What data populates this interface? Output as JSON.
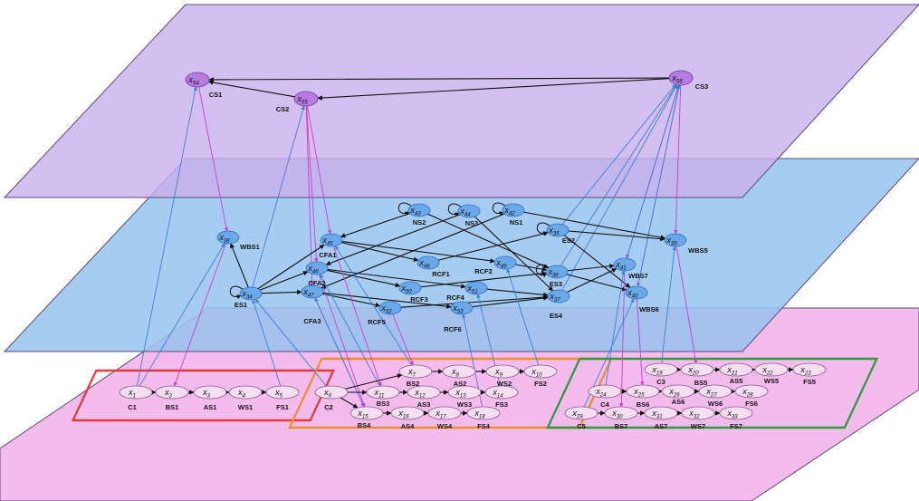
{
  "colors": {
    "top_plane": "#c9b0ec",
    "middle_plane": "#97c3ee",
    "bottom_plane": "#f2b0ea",
    "plane_edge": "#5a4a7a",
    "top_node": "#b57be0",
    "middle_node": "#6aa8ea",
    "bottom_node": "#f6def3",
    "edge_black": "#111111",
    "edge_blue": "#3a7fd8",
    "edge_magenta": "#d03ad0",
    "box_red": "#e03a3a",
    "box_orange": "#e8902e",
    "box_green": "#2e9a3a"
  },
  "nodes": [
    {
      "id": "x54",
      "plane": "top",
      "sub": "54",
      "caption": "CS1"
    },
    {
      "id": "x55",
      "plane": "top",
      "sub": "55",
      "caption": "CS2"
    },
    {
      "id": "x56",
      "plane": "top",
      "sub": "56",
      "caption": "CS3"
    },
    {
      "id": "x38",
      "plane": "middle",
      "sub": "38",
      "caption": "WBS1"
    },
    {
      "id": "x34",
      "plane": "middle",
      "sub": "34",
      "caption": "ES1"
    },
    {
      "id": "x45",
      "plane": "middle",
      "sub": "45",
      "caption": "CFA1"
    },
    {
      "id": "x46",
      "plane": "middle",
      "sub": "46",
      "caption": "CFA2"
    },
    {
      "id": "x47",
      "plane": "middle",
      "sub": "47",
      "caption": "CFA3"
    },
    {
      "id": "x43",
      "plane": "middle",
      "sub": "43",
      "caption": "NS2"
    },
    {
      "id": "x44",
      "plane": "middle",
      "sub": "44",
      "caption": "NS3"
    },
    {
      "id": "x42",
      "plane": "middle",
      "sub": "42",
      "caption": "NS1"
    },
    {
      "id": "x35",
      "plane": "middle",
      "sub": "35",
      "caption": "ES2"
    },
    {
      "id": "x39",
      "plane": "middle",
      "sub": "39",
      "caption": "WBS5"
    },
    {
      "id": "x48",
      "plane": "middle",
      "sub": "48",
      "caption": "RCF1"
    },
    {
      "id": "x49",
      "plane": "middle",
      "sub": "49",
      "caption": "RCF2"
    },
    {
      "id": "x50",
      "plane": "middle",
      "sub": "50",
      "caption": "RCF3"
    },
    {
      "id": "x51",
      "plane": "middle",
      "sub": "51",
      "caption": "RCF4"
    },
    {
      "id": "x52",
      "plane": "middle",
      "sub": "52",
      "caption": "RCF5"
    },
    {
      "id": "x53",
      "plane": "middle",
      "sub": "53",
      "caption": "RCF6"
    },
    {
      "id": "x36",
      "plane": "middle",
      "sub": "36",
      "caption": "ES3"
    },
    {
      "id": "x37",
      "plane": "middle",
      "sub": "37",
      "caption": "ES4"
    },
    {
      "id": "x41",
      "plane": "middle",
      "sub": "41",
      "caption": "WBS7"
    },
    {
      "id": "x40",
      "plane": "middle",
      "sub": "40",
      "caption": "WBS6"
    },
    {
      "id": "x1",
      "plane": "bottom",
      "sub": "1",
      "caption": "C1"
    },
    {
      "id": "x2",
      "plane": "bottom",
      "sub": "2",
      "caption": "BS1"
    },
    {
      "id": "x3",
      "plane": "bottom",
      "sub": "3",
      "caption": "AS1"
    },
    {
      "id": "x4",
      "plane": "bottom",
      "sub": "4",
      "caption": "WS1"
    },
    {
      "id": "x5",
      "plane": "bottom",
      "sub": "5",
      "caption": "FS1"
    },
    {
      "id": "x6",
      "plane": "bottom",
      "sub": "6",
      "caption": "C2"
    },
    {
      "id": "x7",
      "plane": "bottom",
      "sub": "7",
      "caption": "BS2"
    },
    {
      "id": "x8",
      "plane": "bottom",
      "sub": "8",
      "caption": "AS2"
    },
    {
      "id": "x9",
      "plane": "bottom",
      "sub": "9",
      "caption": "WS2"
    },
    {
      "id": "x10",
      "plane": "bottom",
      "sub": "10",
      "caption": "FS2"
    },
    {
      "id": "x11",
      "plane": "bottom",
      "sub": "11",
      "caption": "BS3"
    },
    {
      "id": "x12",
      "plane": "bottom",
      "sub": "12",
      "caption": "AS3"
    },
    {
      "id": "x13",
      "plane": "bottom",
      "sub": "13",
      "caption": "WS3"
    },
    {
      "id": "x14",
      "plane": "bottom",
      "sub": "14",
      "caption": "FS3"
    },
    {
      "id": "x15",
      "plane": "bottom",
      "sub": "15",
      "caption": "BS4"
    },
    {
      "id": "x16",
      "plane": "bottom",
      "sub": "16",
      "caption": "AS4"
    },
    {
      "id": "x17",
      "plane": "bottom",
      "sub": "17",
      "caption": "WS4"
    },
    {
      "id": "x18",
      "plane": "bottom",
      "sub": "18",
      "caption": "FS4"
    },
    {
      "id": "x19",
      "plane": "bottom",
      "sub": "19",
      "caption": "C3"
    },
    {
      "id": "x20",
      "plane": "bottom",
      "sub": "20",
      "caption": "BS5"
    },
    {
      "id": "x21",
      "plane": "bottom",
      "sub": "21",
      "caption": "AS5"
    },
    {
      "id": "x22",
      "plane": "bottom",
      "sub": "22",
      "caption": "WS5"
    },
    {
      "id": "x23",
      "plane": "bottom",
      "sub": "23",
      "caption": "FS5"
    },
    {
      "id": "x24",
      "plane": "bottom",
      "sub": "24",
      "caption": "C4"
    },
    {
      "id": "x25",
      "plane": "bottom",
      "sub": "25",
      "caption": "BS6"
    },
    {
      "id": "x26",
      "plane": "bottom",
      "sub": "26",
      "caption": "AS6"
    },
    {
      "id": "x27",
      "plane": "bottom",
      "sub": "27",
      "caption": "WS6"
    },
    {
      "id": "x28",
      "plane": "bottom",
      "sub": "28",
      "caption": "FS6"
    },
    {
      "id": "x29",
      "plane": "bottom",
      "sub": "29",
      "caption": "C5"
    },
    {
      "id": "x30",
      "plane": "bottom",
      "sub": "30",
      "caption": "BS7"
    },
    {
      "id": "x31",
      "plane": "bottom",
      "sub": "31",
      "caption": "AS7"
    },
    {
      "id": "x32",
      "plane": "bottom",
      "sub": "32",
      "caption": "WS7"
    },
    {
      "id": "x33",
      "plane": "bottom",
      "sub": "33",
      "caption": "FS7"
    }
  ],
  "edges": [
    [
      "x56",
      "x54",
      "black"
    ],
    [
      "x56",
      "x55",
      "black"
    ],
    [
      "x55",
      "x54",
      "black"
    ],
    [
      "x54",
      "x38",
      "magenta"
    ],
    [
      "x55",
      "x45",
      "magenta"
    ],
    [
      "x55",
      "x46",
      "magenta"
    ],
    [
      "x55",
      "x47",
      "magenta"
    ],
    [
      "x56",
      "x39",
      "magenta"
    ],
    [
      "x56",
      "x40",
      "magenta"
    ],
    [
      "x56",
      "x41",
      "magenta"
    ],
    [
      "x1",
      "x54",
      "blue"
    ],
    [
      "x34",
      "x55",
      "blue"
    ],
    [
      "x37",
      "x56",
      "blue"
    ],
    [
      "x36",
      "x56",
      "blue"
    ],
    [
      "x35",
      "x56",
      "blue"
    ],
    [
      "x41",
      "x56",
      "blue"
    ],
    [
      "x40",
      "x56",
      "blue"
    ],
    [
      "x34",
      "x38",
      "black"
    ],
    [
      "x34",
      "x45",
      "black"
    ],
    [
      "x34",
      "x46",
      "black"
    ],
    [
      "x34",
      "x47",
      "black"
    ],
    [
      "x45",
      "x48",
      "black"
    ],
    [
      "x45",
      "x49",
      "black"
    ],
    [
      "x46",
      "x50",
      "black"
    ],
    [
      "x46",
      "x51",
      "black"
    ],
    [
      "x47",
      "x52",
      "black"
    ],
    [
      "x47",
      "x53",
      "black"
    ],
    [
      "x48",
      "x35",
      "black"
    ],
    [
      "x49",
      "x36",
      "black"
    ],
    [
      "x50",
      "x36",
      "black"
    ],
    [
      "x51",
      "x37",
      "black"
    ],
    [
      "x52",
      "x37",
      "black"
    ],
    [
      "x53",
      "x37",
      "black"
    ],
    [
      "x43",
      "x45",
      "black"
    ],
    [
      "x43",
      "x36",
      "black"
    ],
    [
      "x44",
      "x46",
      "black"
    ],
    [
      "x44",
      "x37",
      "black"
    ],
    [
      "x42",
      "x47",
      "black"
    ],
    [
      "x42",
      "x39",
      "black"
    ],
    [
      "x35",
      "x39",
      "black"
    ],
    [
      "x36",
      "x41",
      "black"
    ],
    [
      "x37",
      "x41",
      "black"
    ],
    [
      "x36",
      "x40",
      "black"
    ],
    [
      "x35",
      "x40",
      "black"
    ],
    [
      "x38",
      "x2",
      "magenta"
    ],
    [
      "x45",
      "x11",
      "magenta"
    ],
    [
      "x46",
      "x15",
      "magenta"
    ],
    [
      "x47",
      "x15",
      "magenta"
    ],
    [
      "x52",
      "x7",
      "magenta"
    ],
    [
      "x39",
      "x20",
      "magenta"
    ],
    [
      "x40",
      "x25",
      "magenta"
    ],
    [
      "x41",
      "x30",
      "magenta"
    ],
    [
      "x1",
      "x38",
      "blue"
    ],
    [
      "x5",
      "x34",
      "blue"
    ],
    [
      "x6",
      "x34",
      "blue"
    ],
    [
      "x7",
      "x45",
      "blue"
    ],
    [
      "x11",
      "x46",
      "blue"
    ],
    [
      "x15",
      "x47",
      "blue"
    ],
    [
      "x10",
      "x49",
      "blue"
    ],
    [
      "x14",
      "x51",
      "blue"
    ],
    [
      "x18",
      "x53",
      "blue"
    ],
    [
      "x19",
      "x39",
      "blue"
    ],
    [
      "x24",
      "x41",
      "blue"
    ],
    [
      "x29",
      "x40",
      "blue"
    ],
    [
      "x1",
      "x2",
      "black"
    ],
    [
      "x2",
      "x3",
      "black"
    ],
    [
      "x3",
      "x4",
      "black"
    ],
    [
      "x4",
      "x5",
      "black"
    ],
    [
      "x6",
      "x7",
      "black"
    ],
    [
      "x7",
      "x8",
      "black"
    ],
    [
      "x8",
      "x9",
      "black"
    ],
    [
      "x9",
      "x10",
      "black"
    ],
    [
      "x6",
      "x11",
      "black"
    ],
    [
      "x11",
      "x12",
      "black"
    ],
    [
      "x12",
      "x13",
      "black"
    ],
    [
      "x13",
      "x14",
      "black"
    ],
    [
      "x6",
      "x15",
      "black"
    ],
    [
      "x15",
      "x16",
      "black"
    ],
    [
      "x16",
      "x17",
      "black"
    ],
    [
      "x17",
      "x18",
      "black"
    ],
    [
      "x19",
      "x20",
      "black"
    ],
    [
      "x20",
      "x21",
      "black"
    ],
    [
      "x21",
      "x22",
      "black"
    ],
    [
      "x22",
      "x23",
      "black"
    ],
    [
      "x24",
      "x25",
      "black"
    ],
    [
      "x25",
      "x26",
      "black"
    ],
    [
      "x26",
      "x27",
      "black"
    ],
    [
      "x27",
      "x28",
      "black"
    ],
    [
      "x29",
      "x30",
      "black"
    ],
    [
      "x30",
      "x31",
      "black"
    ],
    [
      "x31",
      "x32",
      "black"
    ],
    [
      "x32",
      "x33",
      "black"
    ]
  ],
  "self_loops": [
    "x34",
    "x43",
    "x44",
    "x42",
    "x35",
    "x36"
  ]
}
